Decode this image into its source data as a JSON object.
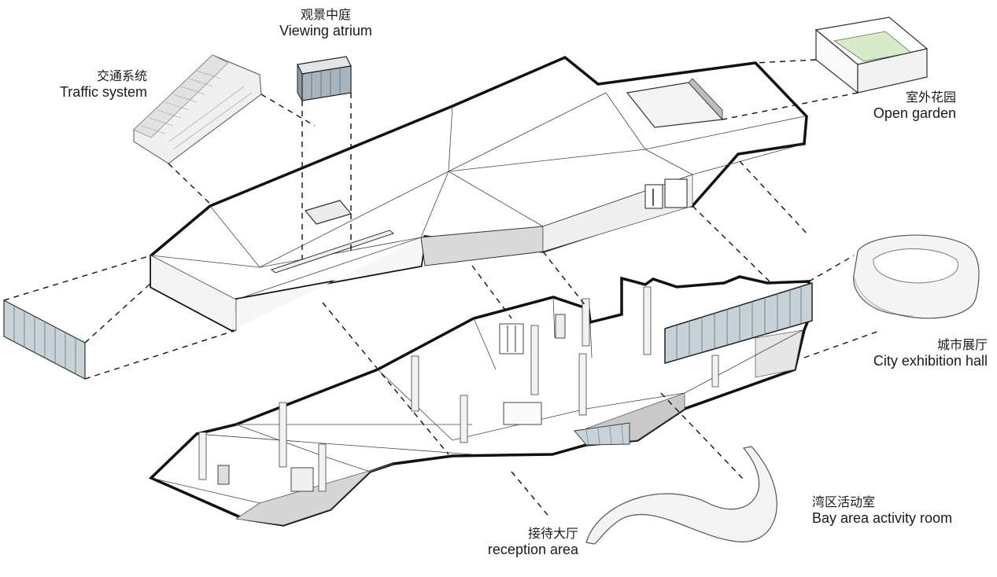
{
  "labels": {
    "viewing_atrium": {
      "zh": "观景中庭",
      "en": "Viewing atrium"
    },
    "traffic_system": {
      "zh": "交通系统",
      "en": "Traffic system"
    },
    "open_garden": {
      "zh": "室外花园",
      "en": "Open garden"
    },
    "city_exhibition_hall": {
      "zh": "城市展厅",
      "en": "City exhibition hall"
    },
    "bay_area_activity_room": {
      "zh": "湾区活动室",
      "en": "Bay area activity room"
    },
    "reception_area": {
      "zh": "接待大厅",
      "en": "reception area"
    }
  }
}
